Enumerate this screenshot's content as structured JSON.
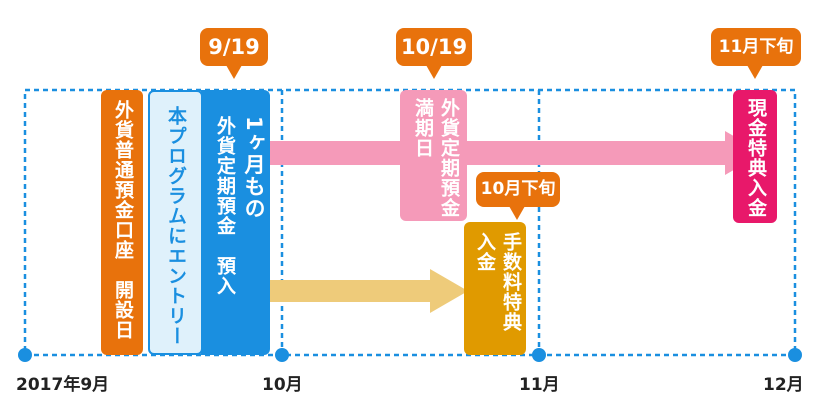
{
  "timeline": {
    "ticks": [
      "2017年9月",
      "10月",
      "11月",
      "12月"
    ]
  },
  "callouts": {
    "sep19": "9/19",
    "oct19": "10/19",
    "late_oct": "10月下旬",
    "late_nov": "11月下旬"
  },
  "boxes": {
    "open_account": "外貨普通預金口座　開設日",
    "program_entry": "本プログラムにエントリー",
    "deposit_line1": "1ヶ月もの",
    "deposit_line2": "外貨定期預金　預入",
    "maturity_line1": "外貨定期預金",
    "maturity_line2": "満期日",
    "fee_line1": "手数料特典",
    "fee_line2": "入金",
    "cash_bonus": "現金特典入金"
  },
  "colors": {
    "blue": "#1a8fe0",
    "orange": "#e8720c",
    "pink": "#f59ab9",
    "magenta": "#e8186a",
    "gold": "#e09a00",
    "tan": "#eecb7a",
    "light_blue_fill": "#dff1fb"
  }
}
